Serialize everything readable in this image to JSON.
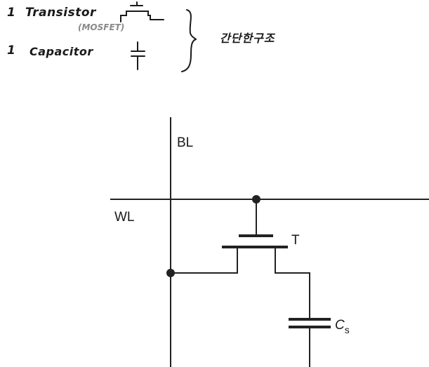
{
  "notes": {
    "line1_number": "1",
    "line1_label": "Transistor",
    "mosfet_note": "(MOSFET)",
    "line2_number": "1",
    "line2_label": "Capacitor",
    "korean_note": "간단한구조"
  },
  "circuit": {
    "bitline_label": "BL",
    "wordline_label": "WL",
    "transistor_label": "T",
    "capacitor_label_main": "C",
    "capacitor_label_sub": "s"
  }
}
